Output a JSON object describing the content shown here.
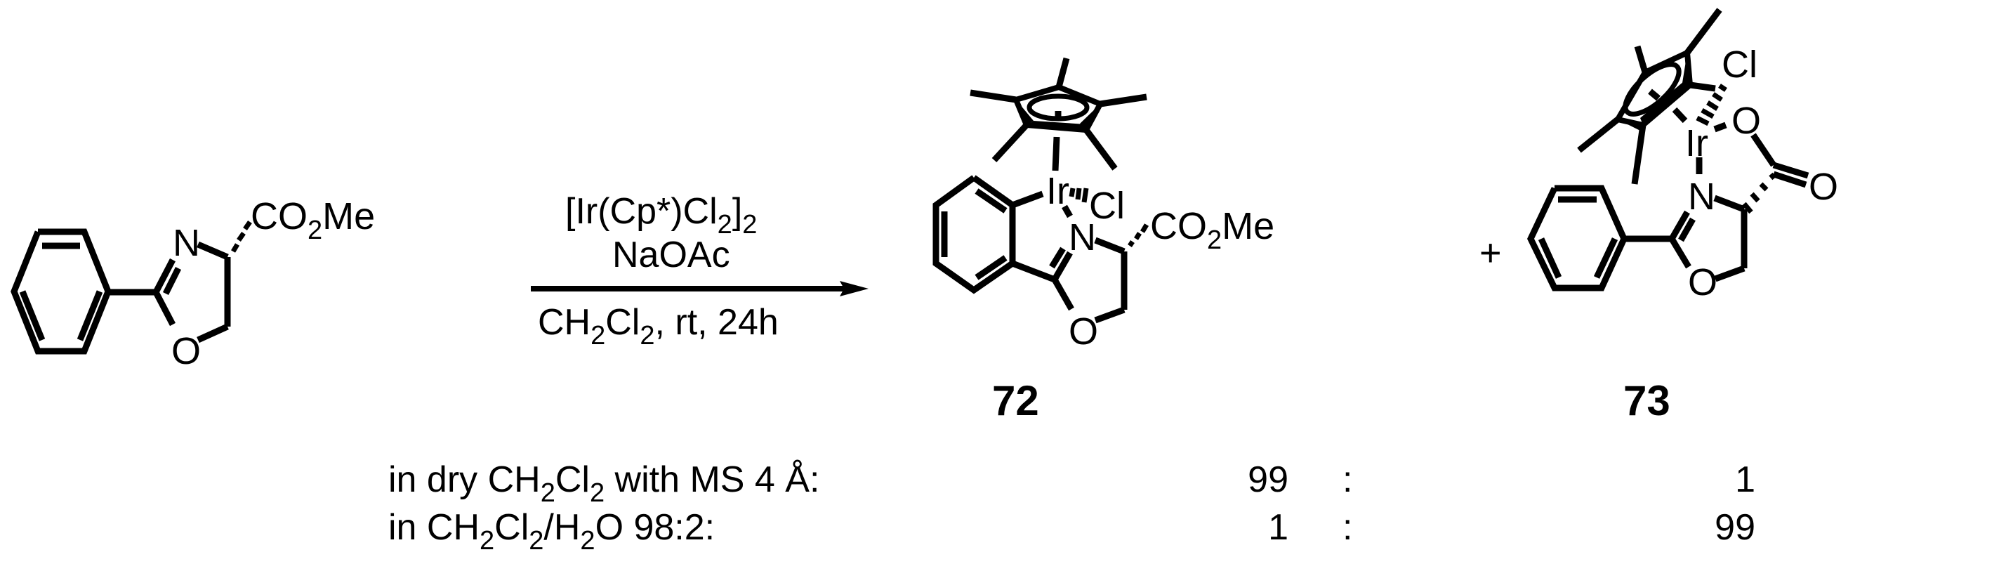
{
  "scheme": {
    "type": "reaction-scheme",
    "starting_material": {
      "name": "methyl (S)-2-phenyl-4,5-dihydrooxazole-4-carboxylate",
      "atom_labels": {
        "N": "N",
        "O": "O",
        "substituent_main": "CO",
        "substituent_sub": "2",
        "substituent_tail": "Me"
      }
    },
    "arrow": {
      "reagent_line1_main": "[Ir(Cp*)Cl",
      "reagent_line1_sub1": "2",
      "reagent_line1_mid": "]",
      "reagent_line1_sub2": "2",
      "reagent_line2": "NaOAc",
      "condition_pre": "CH",
      "condition_sub1": "2",
      "condition_mid": "Cl",
      "condition_sub2": "2",
      "condition_post": ", rt, 24h"
    },
    "product_72": {
      "label": "72",
      "atom_labels": {
        "Ir": "Ir",
        "Cl": "Cl",
        "N": "N",
        "O": "O",
        "substituent_main": "CO",
        "substituent_sub": "2",
        "substituent_tail": "Me"
      }
    },
    "plus": "+",
    "product_73": {
      "label": "73",
      "atom_labels": {
        "Ir": "Ir",
        "Cl": "Cl",
        "O_ring": "O",
        "O_carbonyl": "O",
        "N": "N",
        "O": "O"
      }
    },
    "ratio_table": {
      "rows": [
        {
          "condition_parts": [
            "in dry CH",
            "2",
            "Cl",
            "2",
            " with MS 4 Å:"
          ],
          "value_72": "99",
          "separator": ":",
          "value_73": "1"
        },
        {
          "condition_parts": [
            "in CH",
            "2",
            "Cl",
            "2",
            "/H",
            "2",
            "O 98:2:"
          ],
          "value_72": "1",
          "separator": ":",
          "value_73": "99"
        }
      ]
    }
  }
}
